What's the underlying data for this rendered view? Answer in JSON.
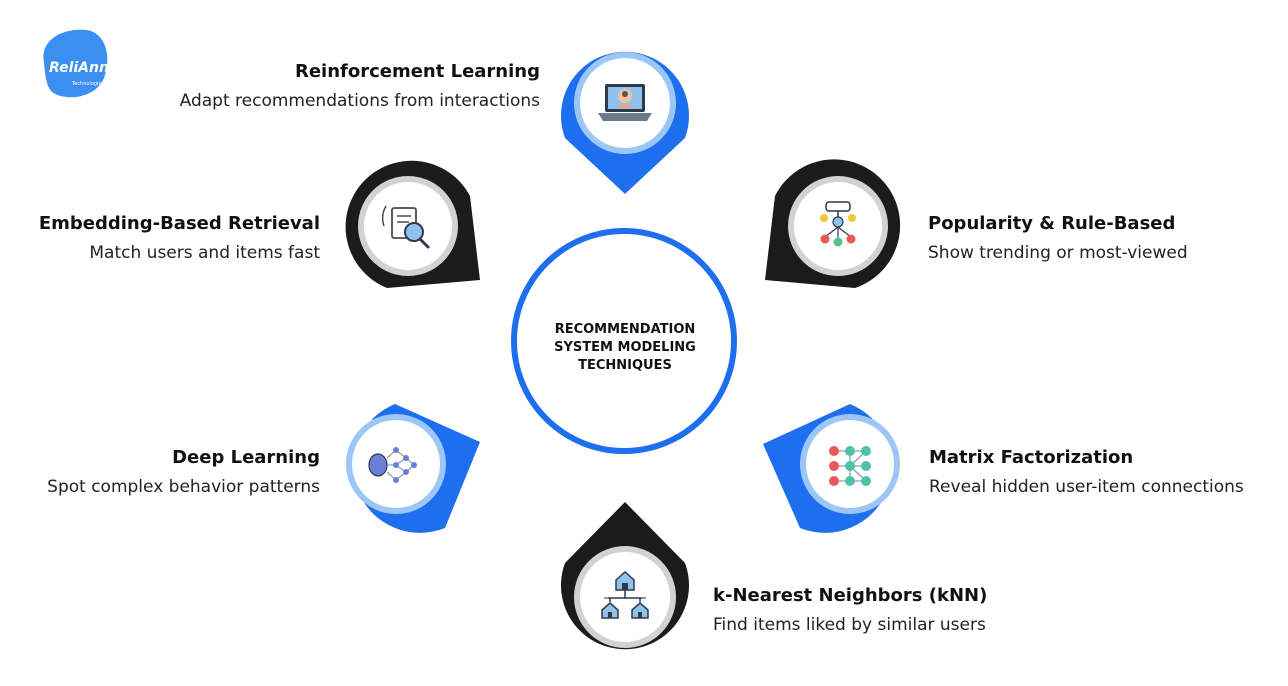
{
  "logo": {
    "text": "ReliAnns",
    "subtext": "Technologies"
  },
  "center": {
    "lines": [
      "RECOMMENDATION",
      "SYSTEM MODELING",
      "TECHNIQUES"
    ]
  },
  "colors": {
    "blue": "#1e6ff0",
    "dark": "#1b1b1b",
    "light_blue_ring": "#9cc7f5",
    "logo_blue": "#3a8ff0"
  },
  "techniques": {
    "reinforcement": {
      "title": "Reinforcement Learning",
      "desc": "Adapt recommendations from interactions",
      "icon": "ai-laptop-icon"
    },
    "embedding": {
      "title": "Embedding-Based Retrieval",
      "desc": "Match users and items fast",
      "icon": "document-search-icon"
    },
    "popularity": {
      "title": "Popularity & Rule-Based",
      "desc": "Show trending or most-viewed",
      "icon": "rule-tree-icon"
    },
    "deep_learning": {
      "title": "Deep Learning",
      "desc": "Spot complex behavior patterns",
      "icon": "neural-network-icon"
    },
    "matrix": {
      "title": "Matrix Factorization",
      "desc": "Reveal hidden user-item connections",
      "icon": "node-matrix-icon"
    },
    "knn": {
      "title": "k-Nearest Neighbors (kNN)",
      "desc": "Find items liked by similar users",
      "icon": "house-network-icon"
    }
  }
}
